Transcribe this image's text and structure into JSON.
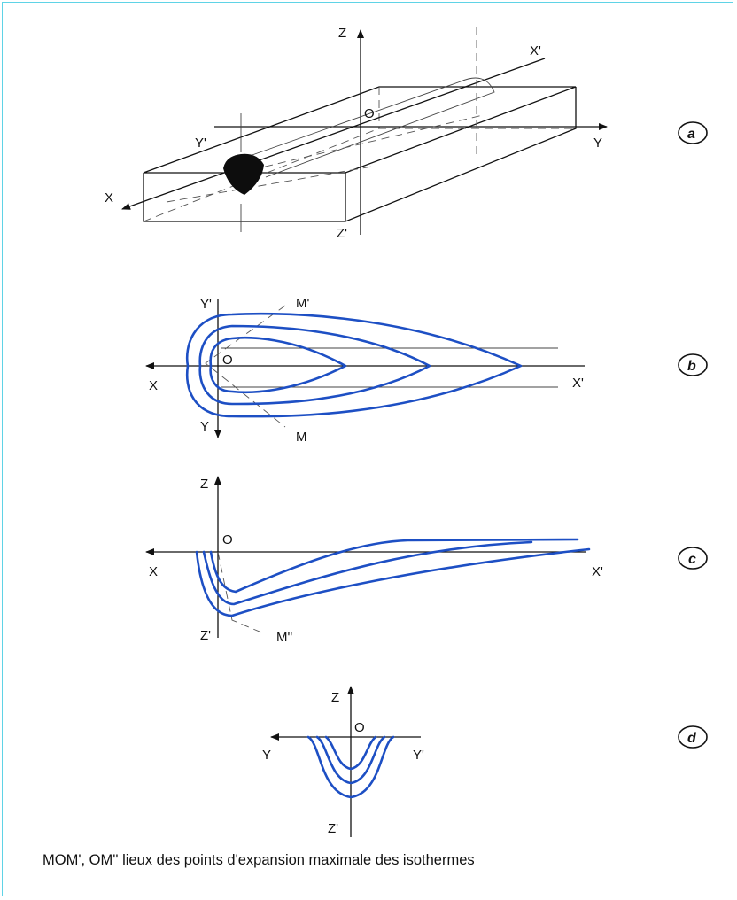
{
  "panels": {
    "a": {
      "badge": "a",
      "labels": {
        "z": "Z",
        "z_prime": "Z'",
        "x": "X",
        "x_prime": "X'",
        "y": "Y",
        "y_prime": "Y'",
        "o": "O"
      }
    },
    "b": {
      "badge": "b",
      "labels": {
        "y_prime": "Y'",
        "y": "Y",
        "x": "X",
        "x_prime": "X'",
        "o": "O",
        "m_prime": "M'",
        "m": "M"
      }
    },
    "c": {
      "badge": "c",
      "labels": {
        "z": "Z",
        "z_prime": "Z'",
        "x": "X",
        "x_prime": "X'",
        "o": "O",
        "m_second": "M''"
      }
    },
    "d": {
      "badge": "d",
      "labels": {
        "z": "Z",
        "z_prime": "Z'",
        "y": "Y",
        "y_prime": "Y'",
        "o": "O"
      }
    }
  },
  "caption": "MOM', OM'' lieux des points d'expansion maximale des isothermes",
  "colors": {
    "isotherm": "#1d4fc4",
    "frame": "#5fd3e6"
  }
}
